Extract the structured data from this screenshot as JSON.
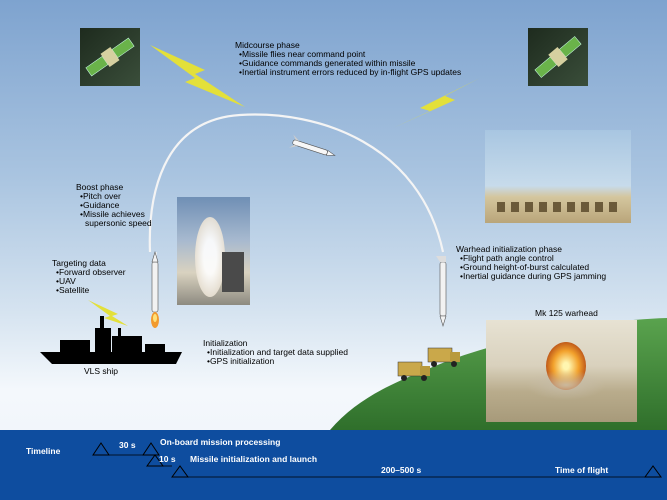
{
  "midcourse": {
    "title": "Midcourse phase",
    "items": [
      "Missile flies near command point",
      "Guidance commands generated within missile",
      "Inertial instrument errors reduced by in-flight GPS updates"
    ]
  },
  "boost": {
    "title": "Boost phase",
    "items": [
      "Pitch over",
      "Guidance",
      "Missile achieves"
    ],
    "cont": "supersonic speed"
  },
  "targeting": {
    "title": "Targeting data",
    "items": [
      "Forward observer",
      "UAV",
      "Satellite"
    ]
  },
  "warhead_init": {
    "title": "Warhead initialization phase",
    "items": [
      "Flight path angle control",
      "Ground height-of-burst calculated",
      "Inertial guidance during GPS jamming"
    ]
  },
  "initialization": {
    "title": "Initialization",
    "items": [
      "Initialization and target data supplied",
      "GPS initialization"
    ]
  },
  "ship_label": "VLS ship",
  "warhead_label": "Mk 125 warhead",
  "timeline": {
    "label": "Timeline",
    "t1": "30 s",
    "onboard": "On-board mission processing",
    "t2": "10 s",
    "launch": "Missile initialization and launch",
    "t3": "200–500 s",
    "tof": "Time of flight"
  },
  "colors": {
    "sky_top": "#7ea3cf",
    "hill": "#3f8a3a",
    "band": "#0e4d9f",
    "bolt": "#e3e03a"
  }
}
